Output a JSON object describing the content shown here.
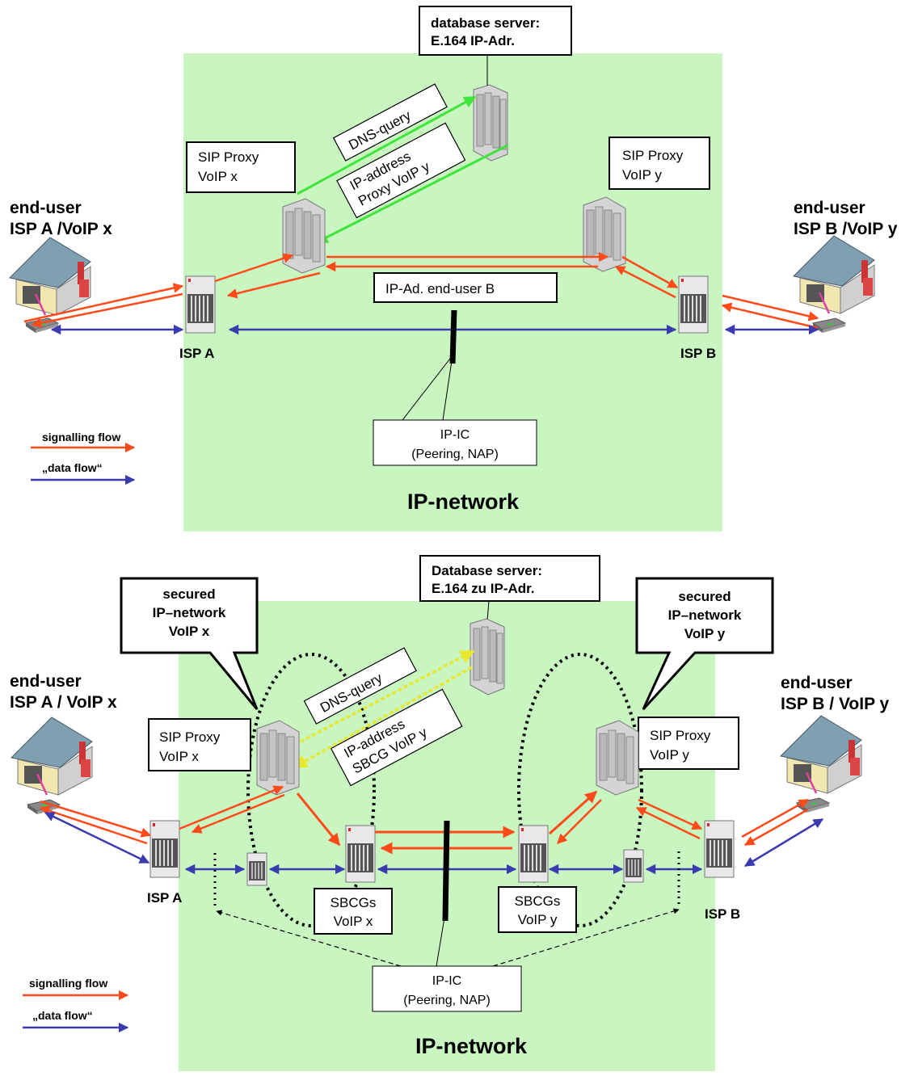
{
  "colors": {
    "network_bg": "#c8f5c0",
    "signalling": "#ff4a1a",
    "data": "#3b3bb0",
    "dns_top": "#3ee53a",
    "dns_bottom": "#f5f53a",
    "ic_line": "#000000"
  },
  "top": {
    "db_server_line1": "database server:",
    "db_server_line2": "E.164 IP-Adr.",
    "dns_query": "DNS-query",
    "ip_address_line1": "IP-address",
    "ip_address_line2": "Proxy VoIP y",
    "sip_proxy_x_line1": "SIP Proxy",
    "sip_proxy_x_line2": "VoIP x",
    "sip_proxy_y_line1": "SIP Proxy",
    "sip_proxy_y_line2": "VoIP y",
    "end_user_a_line1": "end-user",
    "end_user_a_line2": "ISP A /VoIP x",
    "end_user_b_line1": "end-user",
    "end_user_b_line2": "ISP B /VoIP y",
    "ip_ad_end_user_b": "IP-Ad. end-user B",
    "isp_a": "ISP A",
    "isp_b": "ISP B",
    "ip_ic_line1": "IP-IC",
    "ip_ic_line2": "(Peering, NAP)",
    "legend_signalling": "signalling flow",
    "legend_data": "„data flow“",
    "ip_network": "IP-network"
  },
  "bottom": {
    "db_server_line1": "Database server:",
    "db_server_line2": "E.164 zu IP-Adr.",
    "secured_x_line1": "secured",
    "secured_x_line2": "IP–network",
    "secured_x_line3": "VoIP x",
    "secured_y_line1": "secured",
    "secured_y_line2": "IP–network",
    "secured_y_line3": "VoIP y",
    "dns_query": "DNS-query",
    "ip_address_line1": "IP-address",
    "ip_address_line2": "SBCG VoIP y",
    "sip_proxy_x_line1": "SIP Proxy",
    "sip_proxy_x_line2": "VoIP x",
    "sip_proxy_y_line1": "SIP Proxy",
    "sip_proxy_y_line2": "VoIP y",
    "end_user_a_line1": "end-user",
    "end_user_a_line2": "ISP A / VoIP x",
    "end_user_b_line1": "end-user",
    "end_user_b_line2": "ISP B / VoIP y",
    "sbcg_x_line1": "SBCGs",
    "sbcg_x_line2": "VoIP x",
    "sbcg_y_line1": "SBCGs",
    "sbcg_y_line2": "VoIP y",
    "isp_a": "ISP A",
    "isp_b": "ISP B",
    "ip_ic_line1": "IP-IC",
    "ip_ic_line2": "(Peering, NAP)",
    "legend_signalling": "signalling flow",
    "legend_data": "„data flow“",
    "ip_network": "IP-network"
  }
}
